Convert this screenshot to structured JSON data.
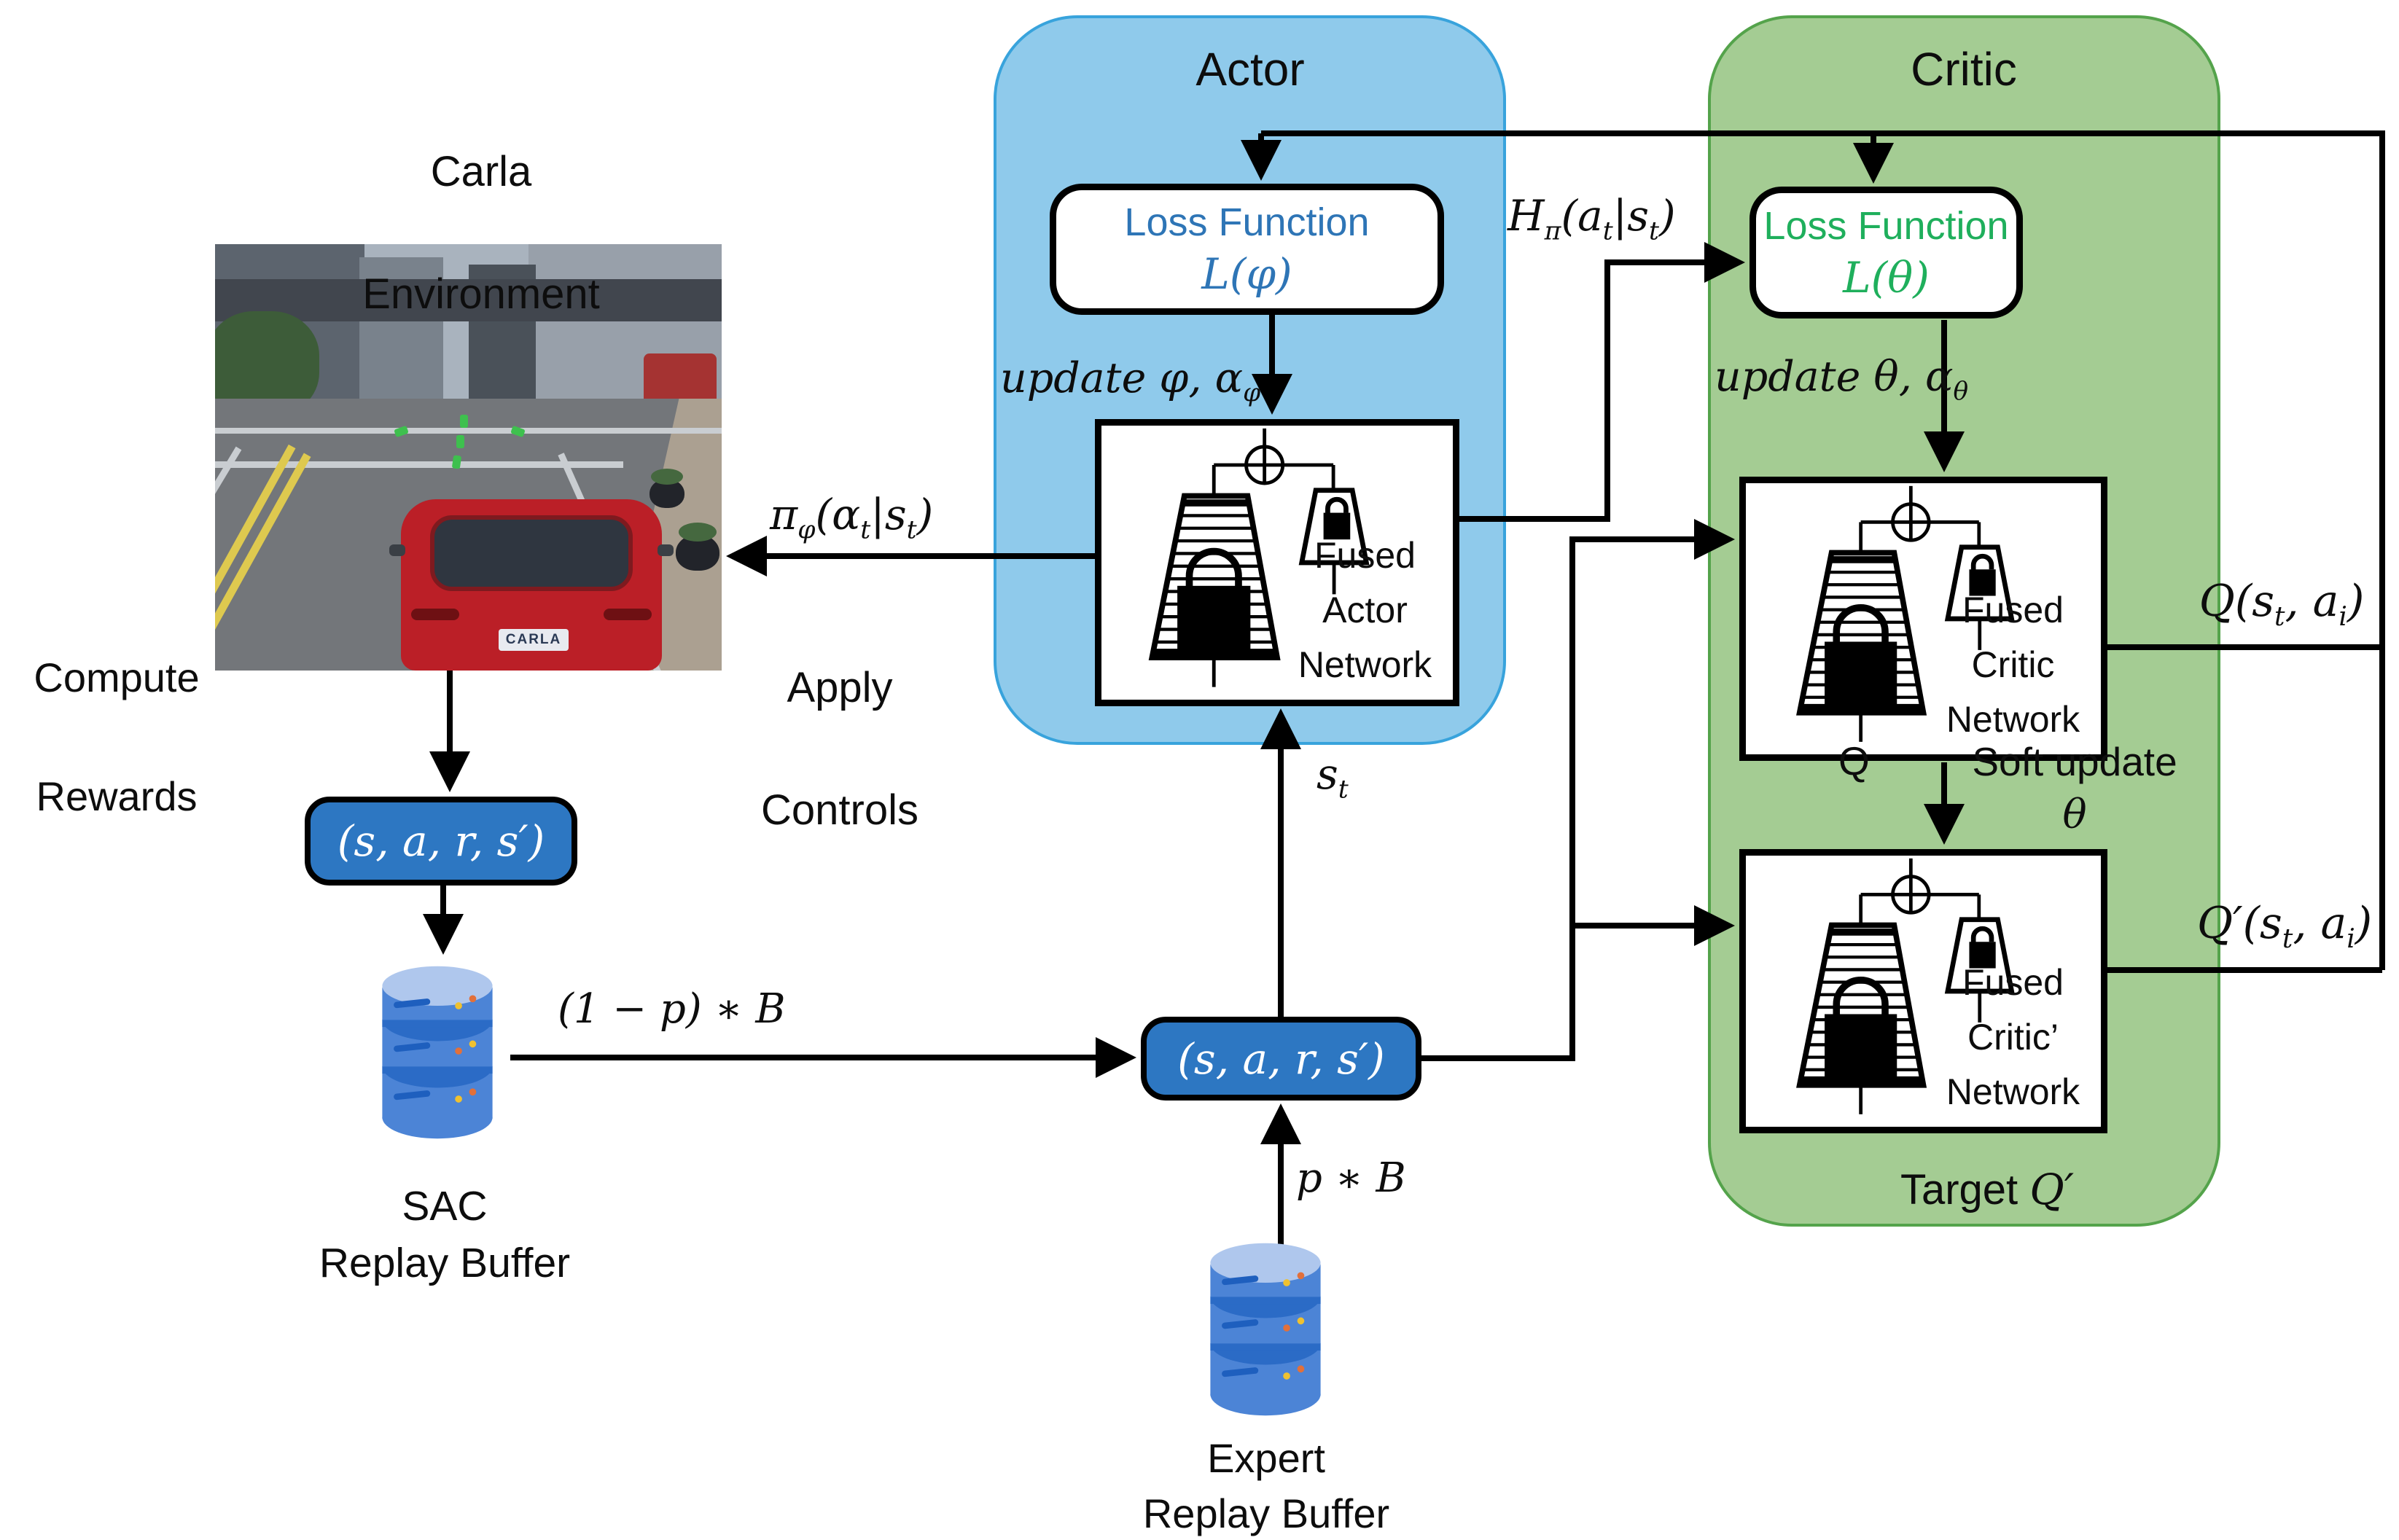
{
  "figure": {
    "environment": {
      "title": [
        "Carla",
        "Environment"
      ],
      "compute_rewards": [
        "Compute",
        "Rewards"
      ],
      "plate": "CARLA"
    },
    "actor_panel": {
      "title": "Actor",
      "loss_title": "Loss Function",
      "loss_arg": "L(φ)",
      "update": {
        "base": "update φ, α",
        "sub": "φ"
      },
      "network": [
        "Fused",
        "Actor",
        "Network"
      ]
    },
    "critic_panel": {
      "title": "Critic",
      "loss_title": "Loss Function",
      "loss_arg": "L(θ)",
      "update": {
        "base": "update θ, α",
        "sub": "θ"
      },
      "network_q": [
        "Fused",
        "Critic",
        "Network"
      ],
      "network_q_prime": [
        "Fused",
        "Critic’",
        "Network"
      ],
      "q_label": "Q",
      "soft_update": "Soft update",
      "soft_update_param": "θ",
      "target_base": "Target ",
      "target_math": "Q′"
    },
    "flows": {
      "h_pi": {
        "b1": "H",
        "s1": "π",
        "b2": "(a",
        "s2": "t",
        "b3": "|s",
        "s3": "t",
        "b4": ")"
      },
      "pi_phi": {
        "b1": "π",
        "s1": "φ",
        "b2": "(α",
        "s2": "t",
        "b3": "|s",
        "s3": "t",
        "b4": ")"
      },
      "apply_controls": [
        "Apply",
        "Controls"
      ],
      "s_t": {
        "base": "s",
        "sub": "t"
      },
      "q_out": {
        "b1": "Q(s",
        "s1": "t",
        "b2": ", a",
        "s2": "i",
        "b3": ")"
      },
      "q_prime_out": {
        "b1": "Q′(s",
        "s1": "t",
        "b2": ", a",
        "s2": "i",
        "b3": ")"
      },
      "sac_batch": "(1 − p) ∗ B",
      "expert_batch": "p ∗ B",
      "transition": "(s, a, r, s′)"
    },
    "buffers": {
      "sac": [
        "SAC",
        "Replay Buffer"
      ],
      "expert": [
        "Expert",
        "Replay Buffer"
      ]
    },
    "colors": {
      "actor_fill": "#8FCAEB",
      "actor_border": "#38A3DC",
      "critic_fill": "#A4CC93",
      "critic_border": "#54A34B",
      "actor_loss_text": "#2E75B6",
      "critic_loss_text": "#1FAF5C",
      "transition_fill": "#2D77C2",
      "database_blue": "#4C84D6",
      "arrow_black": "#000000"
    }
  }
}
